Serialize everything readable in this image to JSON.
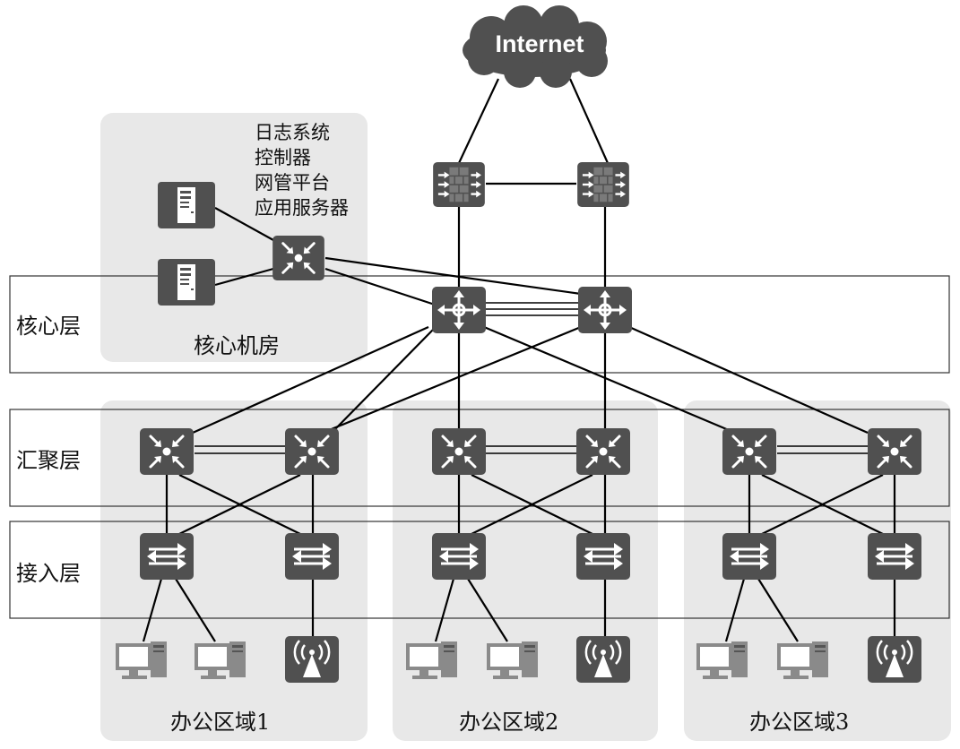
{
  "internet": {
    "label": "Internet"
  },
  "layers": {
    "core": "核心层",
    "aggregation": "汇聚层",
    "access": "接入层"
  },
  "core_room": {
    "label": "核心机房",
    "servers_text": [
      "日志系统",
      "控制器",
      "网管平台",
      "应用服务器"
    ]
  },
  "zones": [
    "办公区域1",
    "办公区域2",
    "办公区域3"
  ],
  "colors": {
    "device": "#505050",
    "zone_bg": "#e8e8e8",
    "line": "#000000",
    "icon_white": "#ffffff",
    "pc": "#8a8a8a"
  },
  "icons": {
    "firewall": "firewall-icon",
    "core_switch": "core-switch-icon",
    "agg_switch": "aggregation-switch-icon",
    "access_switch": "access-switch-icon",
    "server": "server-icon",
    "pc": "pc-icon",
    "ap": "wireless-ap-icon",
    "cloud": "internet-cloud-icon"
  }
}
